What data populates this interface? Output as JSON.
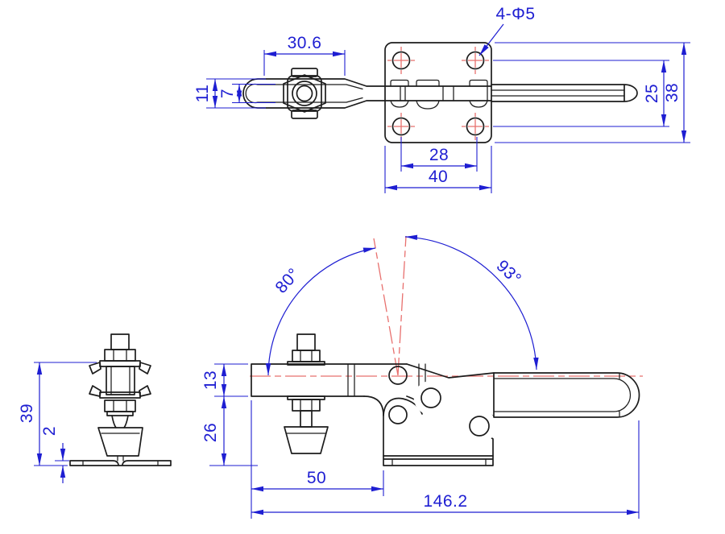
{
  "drawing_title": "Horizontal toggle clamp - three view technical drawing",
  "colors": {
    "line": "#1c1c1c",
    "dimension": "#1e1ed2",
    "centerline": "#e8706e",
    "background": "#ffffff"
  },
  "dims": {
    "top": {
      "lever_length": "30.6",
      "mounting_holes": "4-Φ5",
      "bar_outer_width": "11",
      "bar_inner_width": "7",
      "hole_pitch_width": "28",
      "base_width": "40",
      "hole_pitch_depth": "25",
      "base_depth": "38"
    },
    "front": {
      "bar_section_height": "13",
      "height_below_bar": "26",
      "bar_overhang": "50",
      "overall_length": "146.2",
      "opening_angle": "80°",
      "handle_travel_angle": "93°"
    },
    "side": {
      "overall_height": "39",
      "flange_thickness": "2"
    }
  }
}
